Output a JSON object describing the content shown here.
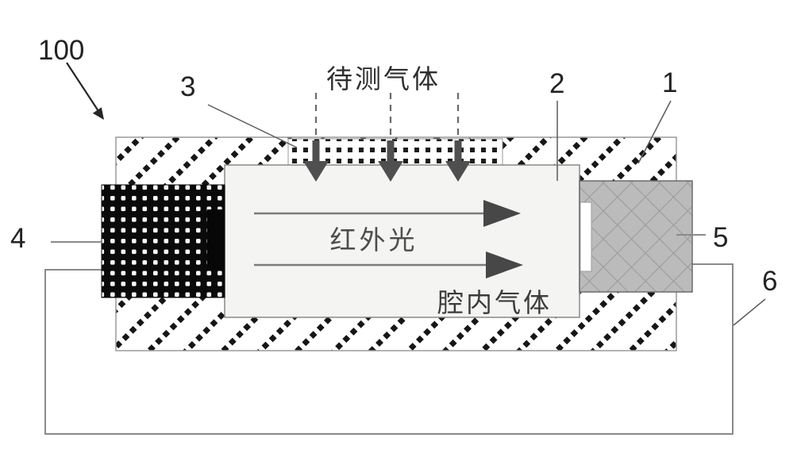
{
  "figure": {
    "reference_labels": {
      "n100": "100",
      "n1": "1",
      "n2": "2",
      "n3": "3",
      "n4": "4",
      "n5": "5",
      "n6": "6"
    },
    "text_labels": {
      "gas_to_measure": "待测气体",
      "infrared_light": "红外光",
      "cavity_gas": "腔内气体"
    },
    "colors": {
      "background": "#ffffff",
      "ink": "#232323",
      "line_gray": "#8a8a8a",
      "arrow_dark": "#4a4a4a",
      "hatch_dot": "#161616",
      "detector_fill": "#bbbbbb",
      "detector_lattice": "#9c9c9c",
      "cavity_fill": "#f4f4f3"
    }
  }
}
